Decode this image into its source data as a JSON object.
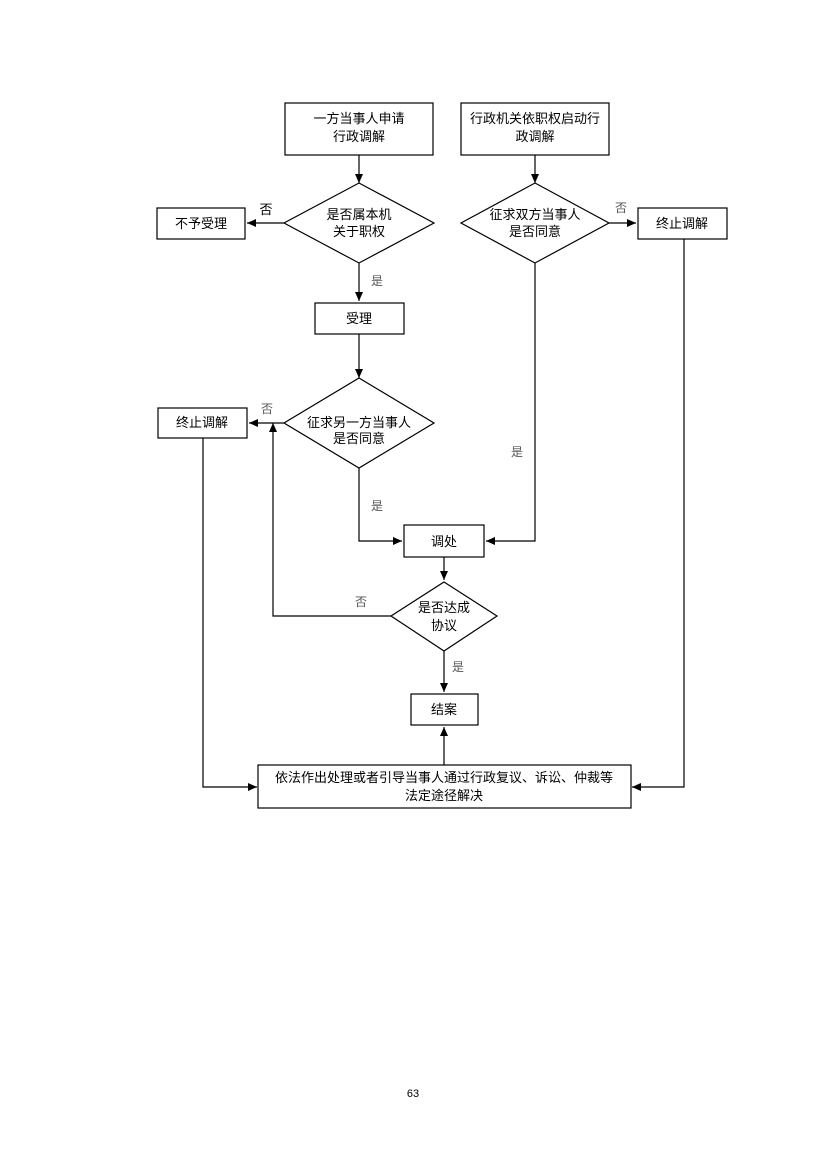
{
  "nodes": {
    "apply": [
      "一方当事人申请",
      "行政调解"
    ],
    "initiate": [
      "行政机关依职权启动行",
      "政调解"
    ],
    "jurisdiction": [
      "是否属本机",
      "关于职权"
    ],
    "reject": "不予受理",
    "consent_both": [
      "征求双方当事人",
      "是否同意"
    ],
    "terminate_right": "终止调解",
    "accept": "受理",
    "consent_other": [
      "征求另一方当事人",
      "是否同意"
    ],
    "terminate_left": "终止调解",
    "mediate": "调处",
    "agreement": [
      "是否达成",
      "协议"
    ],
    "close": "结案",
    "legal": [
      "依法作出处理或者引导当事人通过行政复议、诉讼、仲裁等",
      "法定途径解决"
    ]
  },
  "labels": {
    "no_jurisdiction": "否",
    "yes_jurisdiction": "是",
    "no_consent_both": "否",
    "yes_consent_both": "是",
    "no_consent_other": "否",
    "yes_consent_other": "是",
    "no_agreement": "否",
    "yes_agreement": "是"
  },
  "page_number": "63"
}
